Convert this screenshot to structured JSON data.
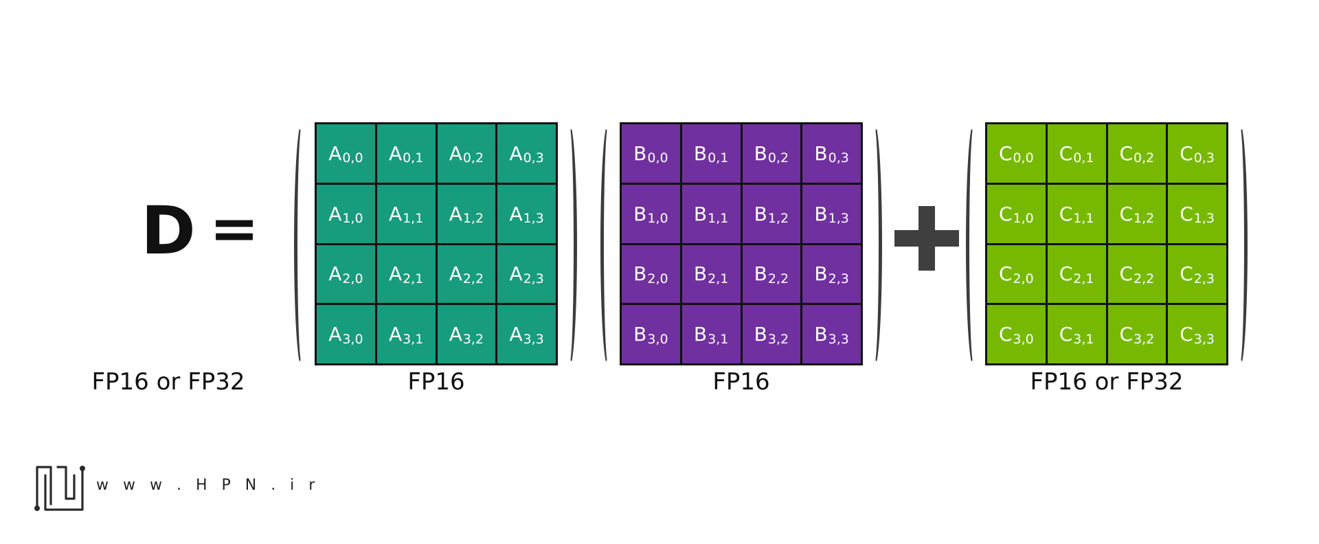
{
  "equation": {
    "lhs": "D",
    "equals": "=",
    "operator_icon": "plus-icon",
    "lhs_type_label": "FP16 or FP32"
  },
  "matrices": [
    {
      "id": "a",
      "color": "#179c7d",
      "type_label": "FP16",
      "rows": [
        [
          {
            "letter": "A",
            "sub": "0,0"
          },
          {
            "letter": "A",
            "sub": "0,1"
          },
          {
            "letter": "A",
            "sub": "0,2"
          },
          {
            "letter": "A",
            "sub": "0,3"
          }
        ],
        [
          {
            "letter": "A",
            "sub": "1,0"
          },
          {
            "letter": "A",
            "sub": "1,1"
          },
          {
            "letter": "A",
            "sub": "1,2"
          },
          {
            "letter": "A",
            "sub": "1,3"
          }
        ],
        [
          {
            "letter": "A",
            "sub": "2,0"
          },
          {
            "letter": "A",
            "sub": "2,1"
          },
          {
            "letter": "A",
            "sub": "2,2"
          },
          {
            "letter": "A",
            "sub": "2,3"
          }
        ],
        [
          {
            "letter": "A",
            "sub": "3,0"
          },
          {
            "letter": "A",
            "sub": "3,1"
          },
          {
            "letter": "A",
            "sub": "3,2"
          },
          {
            "letter": "A",
            "sub": "3,3"
          }
        ]
      ]
    },
    {
      "id": "b",
      "color": "#7030a0",
      "type_label": "FP16",
      "rows": [
        [
          {
            "letter": "B",
            "sub": "0,0"
          },
          {
            "letter": "B",
            "sub": "0,1"
          },
          {
            "letter": "B",
            "sub": "0,2"
          },
          {
            "letter": "B",
            "sub": "0,3"
          }
        ],
        [
          {
            "letter": "B",
            "sub": "1,0"
          },
          {
            "letter": "B",
            "sub": "1,1"
          },
          {
            "letter": "B",
            "sub": "1,2"
          },
          {
            "letter": "B",
            "sub": "1,3"
          }
        ],
        [
          {
            "letter": "B",
            "sub": "2,0"
          },
          {
            "letter": "B",
            "sub": "2,1"
          },
          {
            "letter": "B",
            "sub": "2,2"
          },
          {
            "letter": "B",
            "sub": "2,3"
          }
        ],
        [
          {
            "letter": "B",
            "sub": "3,0"
          },
          {
            "letter": "B",
            "sub": "3,1"
          },
          {
            "letter": "B",
            "sub": "3,2"
          },
          {
            "letter": "B",
            "sub": "3,3"
          }
        ]
      ]
    },
    {
      "id": "c",
      "color": "#76b900",
      "type_label": "FP16 or FP32",
      "rows": [
        [
          {
            "letter": "C",
            "sub": "0,0"
          },
          {
            "letter": "C",
            "sub": "0,1"
          },
          {
            "letter": "C",
            "sub": "0,2"
          },
          {
            "letter": "C",
            "sub": "0,3"
          }
        ],
        [
          {
            "letter": "C",
            "sub": "1,0"
          },
          {
            "letter": "C",
            "sub": "1,1"
          },
          {
            "letter": "C",
            "sub": "1,2"
          },
          {
            "letter": "C",
            "sub": "1,3"
          }
        ],
        [
          {
            "letter": "C",
            "sub": "2,0"
          },
          {
            "letter": "C",
            "sub": "2,1"
          },
          {
            "letter": "C",
            "sub": "2,2"
          },
          {
            "letter": "C",
            "sub": "2,3"
          }
        ],
        [
          {
            "letter": "C",
            "sub": "3,0"
          },
          {
            "letter": "C",
            "sub": "3,1"
          },
          {
            "letter": "C",
            "sub": "3,2"
          },
          {
            "letter": "C",
            "sub": "3,3"
          }
        ]
      ]
    }
  ],
  "footer": {
    "logo_icon": "hpn-logo-icon",
    "site_url": "w w w . H P N . i r"
  }
}
